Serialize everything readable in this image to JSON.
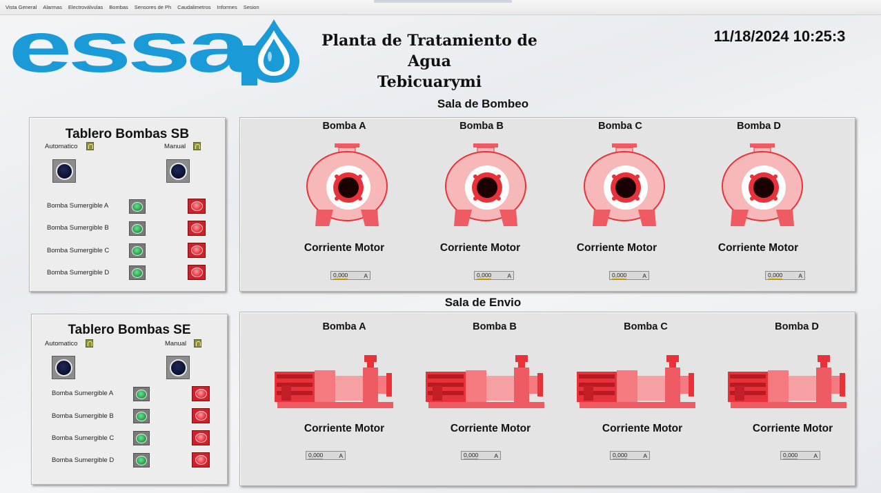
{
  "menu": [
    "Vista General",
    "Alarmas",
    "Electroválvulas",
    "Bombas",
    "Sensores de Ph",
    "Caudalimetros",
    "Informes",
    "Sesion"
  ],
  "logo": {
    "text": "essap",
    "color": "#1a9ad6"
  },
  "plant_title": {
    "line1": "Planta de Tratamiento de Agua",
    "line2": "Tebicuarymi"
  },
  "datetime": "11/18/2024 10:25:3",
  "sala_bombeo": {
    "title": "Sala de Bombeo",
    "pumps": [
      {
        "name": "Bomba A",
        "current_label": "Corriente Motor",
        "current_value": "0,000",
        "unit": "A"
      },
      {
        "name": "Bomba B",
        "current_label": "Corriente Motor",
        "current_value": "0,000",
        "unit": "A"
      },
      {
        "name": "Bomba C",
        "current_label": "Corriente Motor",
        "current_value": "0,000",
        "unit": "A"
      },
      {
        "name": "Bomba D",
        "current_label": "Corriente Motor",
        "current_value": "0,000",
        "unit": "A"
      }
    ]
  },
  "sala_envio": {
    "title": "Sala de Envio",
    "pumps": [
      {
        "name": "Bomba A",
        "current_label": "Corriente Motor",
        "current_value": "0,000",
        "unit": "A"
      },
      {
        "name": "Bomba B",
        "current_label": "Corriente Motor",
        "current_value": "0,000",
        "unit": "A"
      },
      {
        "name": "Bomba C",
        "current_label": "Corriente Motor",
        "current_value": "0,000",
        "unit": "A"
      },
      {
        "name": "Bomba D",
        "current_label": "Corriente Motor",
        "current_value": "0,000",
        "unit": "A"
      }
    ]
  },
  "tablero_sb": {
    "title": "Tablero Bombas SB",
    "auto_label": "Automatico",
    "manual_label": "Manual",
    "pumps": [
      "Bomba Sumergible A",
      "Bomba Sumergible B",
      "Bomba Sumergible C",
      "Bomba Sumergible D"
    ]
  },
  "tablero_se": {
    "title": "Tablero Bombas SE",
    "auto_label": "Automatico",
    "manual_label": "Manual",
    "pumps": [
      "Bomba Sumergible A",
      "Bomba Sumergible B",
      "Bomba Sumergible C",
      "Bomba Sumergible D"
    ]
  },
  "colors": {
    "pump_red": "#e8323a",
    "pump_pink": "#f6b8b8",
    "indicator_green": "#1f9a45",
    "indicator_red": "#e02a35",
    "mode_blue": "#0a0f2e"
  }
}
